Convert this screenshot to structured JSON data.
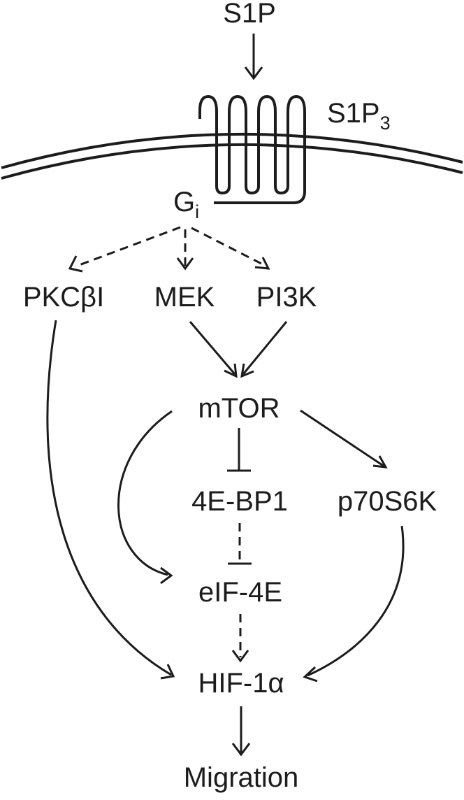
{
  "nodes": {
    "s1p": "S1P",
    "s1p3_main": "S1P",
    "s1p3_sub": "3",
    "gi_main": "G",
    "gi_sub": "i",
    "pkc": "PKCβI",
    "mek": "MEK",
    "pi3k": "PI3K",
    "mtor": "mTOR",
    "ebp": "4E-BP1",
    "p70": "p70S6K",
    "eif": "eIF-4E",
    "hif": "HIF-1α",
    "migration": "Migration"
  },
  "edges": [
    {
      "from": "S1P",
      "to": "S1P3",
      "kind": "activation",
      "style": "solid"
    },
    {
      "from": "Gi",
      "to": "PKCβI",
      "kind": "activation",
      "style": "dashed"
    },
    {
      "from": "Gi",
      "to": "MEK",
      "kind": "activation",
      "style": "dashed"
    },
    {
      "from": "Gi",
      "to": "PI3K",
      "kind": "activation",
      "style": "dashed"
    },
    {
      "from": "MEK",
      "to": "mTOR",
      "kind": "activation",
      "style": "solid"
    },
    {
      "from": "PI3K",
      "to": "mTOR",
      "kind": "activation",
      "style": "solid"
    },
    {
      "from": "mTOR",
      "to": "4E-BP1",
      "kind": "inhibition",
      "style": "solid"
    },
    {
      "from": "mTOR",
      "to": "p70S6K",
      "kind": "activation",
      "style": "solid"
    },
    {
      "from": "mTOR",
      "to": "eIF-4E",
      "kind": "activation",
      "style": "solid"
    },
    {
      "from": "4E-BP1",
      "to": "eIF-4E",
      "kind": "inhibition",
      "style": "dashed"
    },
    {
      "from": "eIF-4E",
      "to": "HIF-1α",
      "kind": "activation",
      "style": "dashed"
    },
    {
      "from": "PKCβI",
      "to": "HIF-1α",
      "kind": "activation",
      "style": "solid"
    },
    {
      "from": "p70S6K",
      "to": "HIF-1α",
      "kind": "activation",
      "style": "solid"
    },
    {
      "from": "HIF-1α",
      "to": "Migration",
      "kind": "activation",
      "style": "solid"
    }
  ]
}
